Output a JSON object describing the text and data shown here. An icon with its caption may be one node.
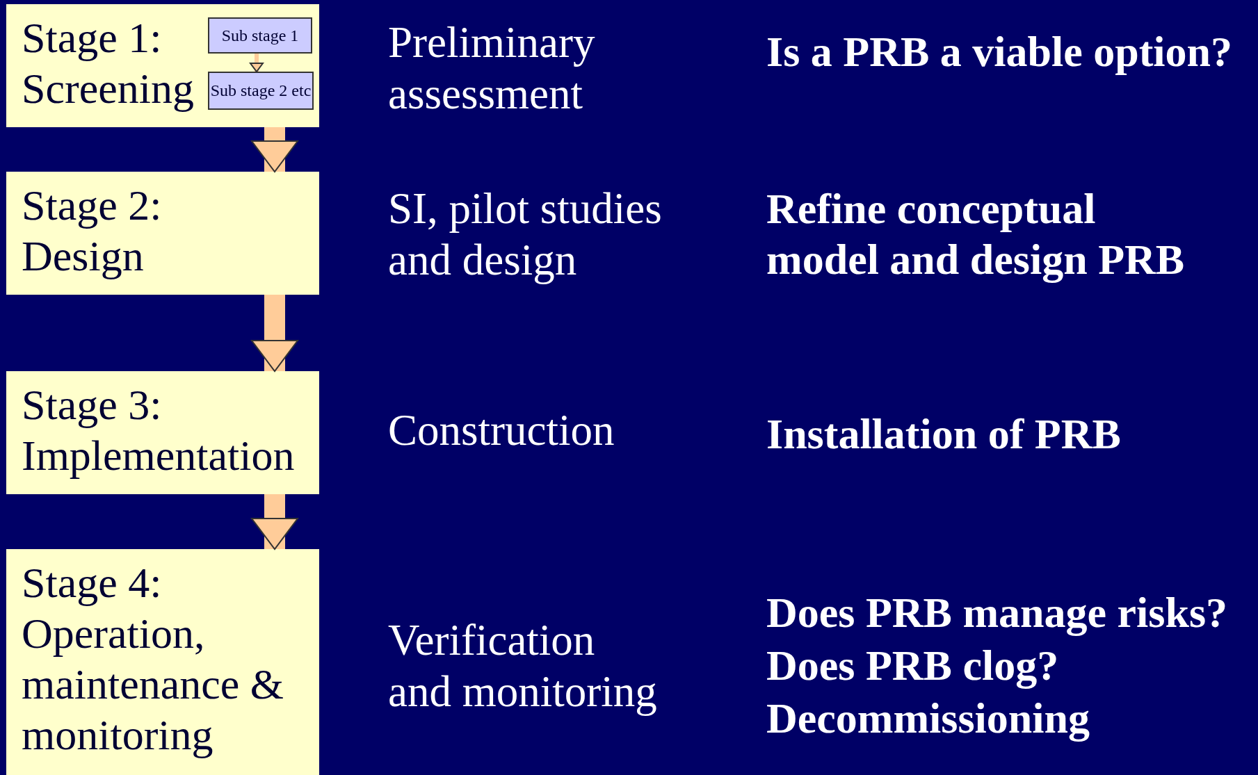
{
  "diagram": {
    "nodes": [
      {
        "text": [
          "Stage 1: Screening"
        ]
      },
      {
        "text": [
          "Sub stage 1"
        ],
        "in": 0
      },
      {
        "text": [
          "Sub stage 2 etc"
        ],
        "in": 0
      },
      {
        "text": [
          "Stage 2: Design"
        ]
      },
      {
        "text": [
          "Stage 3: Implementation"
        ]
      },
      {
        "text": [
          "Stage 4: Operation, maintenance & monitoring"
        ]
      }
    ],
    "edges": [
      {
        "from": 1,
        "to": 2,
        "arrow": "to"
      },
      {
        "from": 0,
        "to": 3,
        "arrow": "to"
      },
      {
        "from": 3,
        "to": 4,
        "arrow": "to"
      },
      {
        "from": 4,
        "to": 5,
        "arrow": "to"
      }
    ],
    "labels": [
      "Preliminary assessment",
      "Is a PRB a viable option?",
      "SI, pilot studies and design",
      "Refine conceptual model and design PRB",
      "Construction",
      "Installation of PRB",
      "Verification and monitoring",
      "Does PRB manage risks?",
      "Does PRB clog?",
      "Decommissioning"
    ]
  }
}
